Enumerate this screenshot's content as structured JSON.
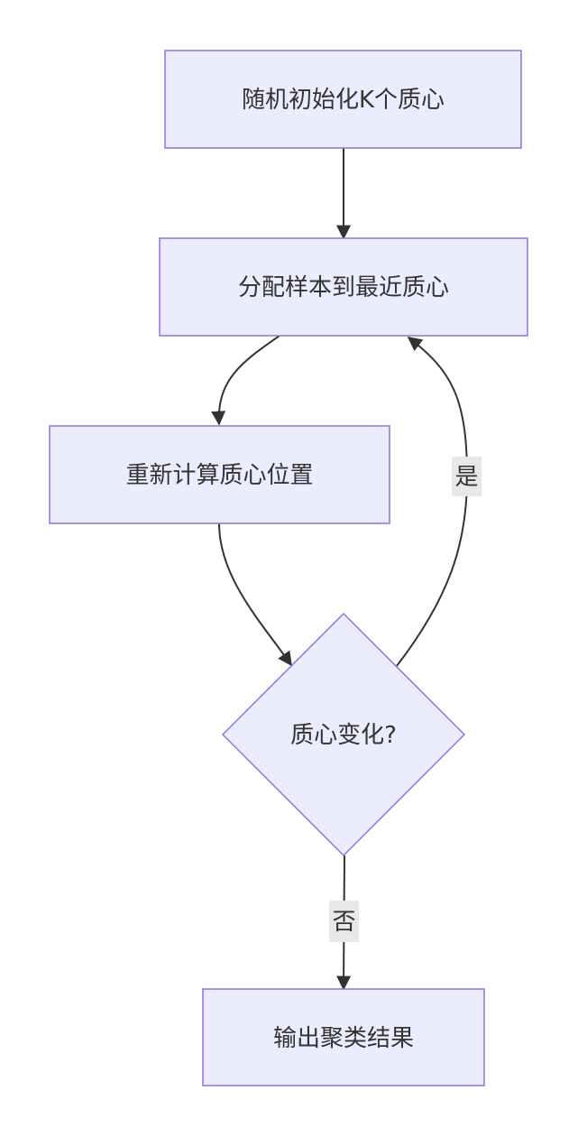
{
  "nodes": {
    "init": "随机初始化K个质心",
    "assign": "分配样本到最近质心",
    "recompute": "重新计算质心位置",
    "decision": "质心变化?",
    "output": "输出聚类结果"
  },
  "edges": {
    "yes_label": "是",
    "no_label": "否"
  },
  "colors": {
    "node_fill": "#ECECFF",
    "node_stroke": "#9370DB",
    "edge": "#333333",
    "label_bg": "#e8e8e8"
  }
}
